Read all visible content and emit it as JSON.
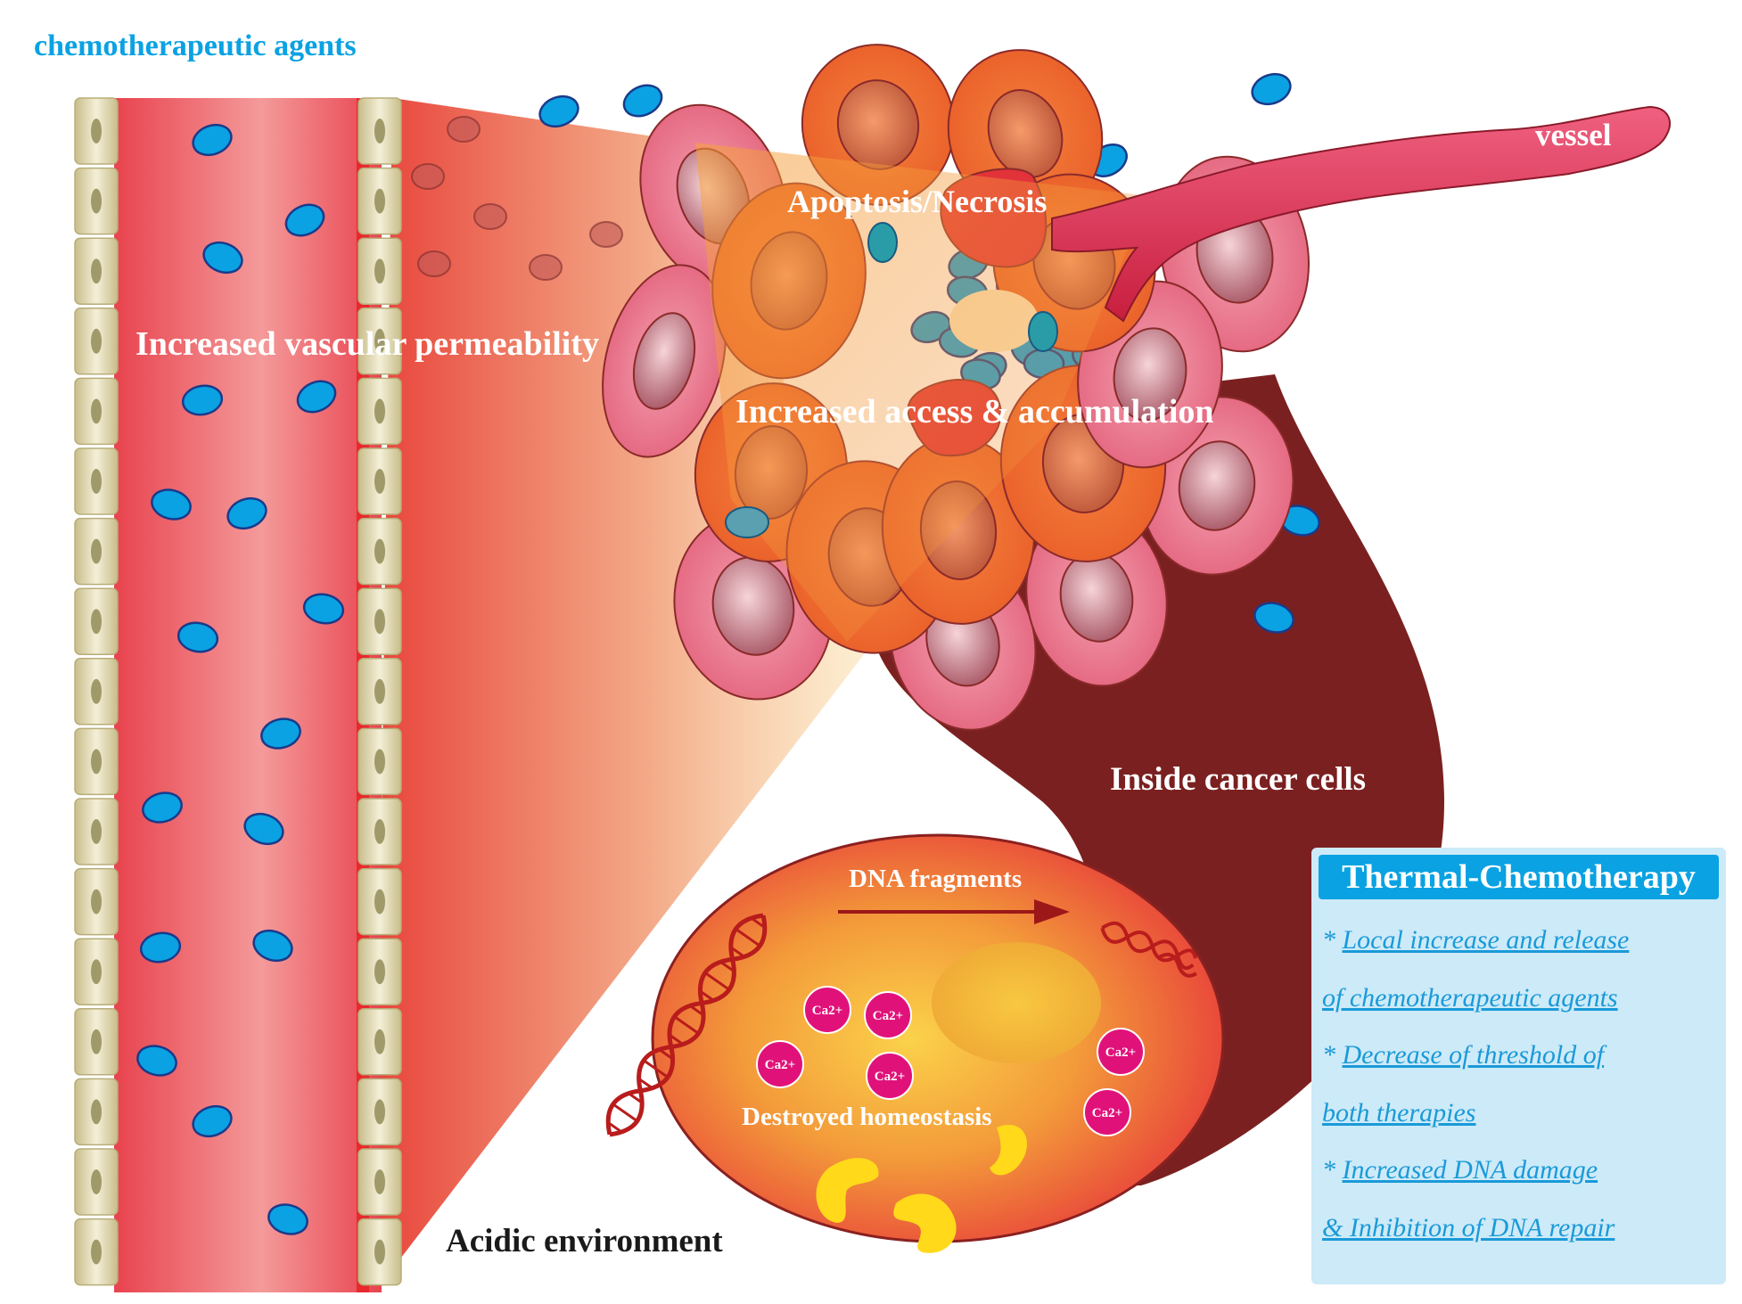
{
  "labels": {
    "agents": "chemotherapeutic agents",
    "vessel": "vessel",
    "apoptosis": "Apoptosis/Necrosis",
    "permeability": "Increased vascular permeability",
    "access": "Increased access & accumulation",
    "inside": "Inside cancer cells",
    "dna": "DNA fragments",
    "homeostasis": "Destroyed homeostasis",
    "acidic": "Acidic environment"
  },
  "ions": [
    "Ca2+",
    "Ca2+",
    "Ca2+",
    "Ca2+",
    "Ca2+",
    "Ca2+"
  ],
  "info_box": {
    "title": "Thermal-Chemotherapy",
    "lines": [
      {
        "bullet": "* ",
        "text": "Local increase and release "
      },
      {
        "bullet": "",
        "text": "of chemotherapeutic agents"
      },
      {
        "bullet": "* ",
        "text": "Decrease of threshold of "
      },
      {
        "bullet": "",
        "text": "both therapies"
      },
      {
        "bullet": "* ",
        "text": "Increased DNA damage "
      },
      {
        "bullet": "",
        "text": " & Inhibition of DNA repair"
      }
    ]
  },
  "colors": {
    "agent_blue": "#0aa2e2",
    "vessel_red": "#e8434e",
    "dark_red": "#7b2020",
    "cell_orange": "#ef6a2c",
    "cell_pink": "#e56b7f",
    "calcium": "#e0127a",
    "info_bg": "#cdeaf8"
  }
}
